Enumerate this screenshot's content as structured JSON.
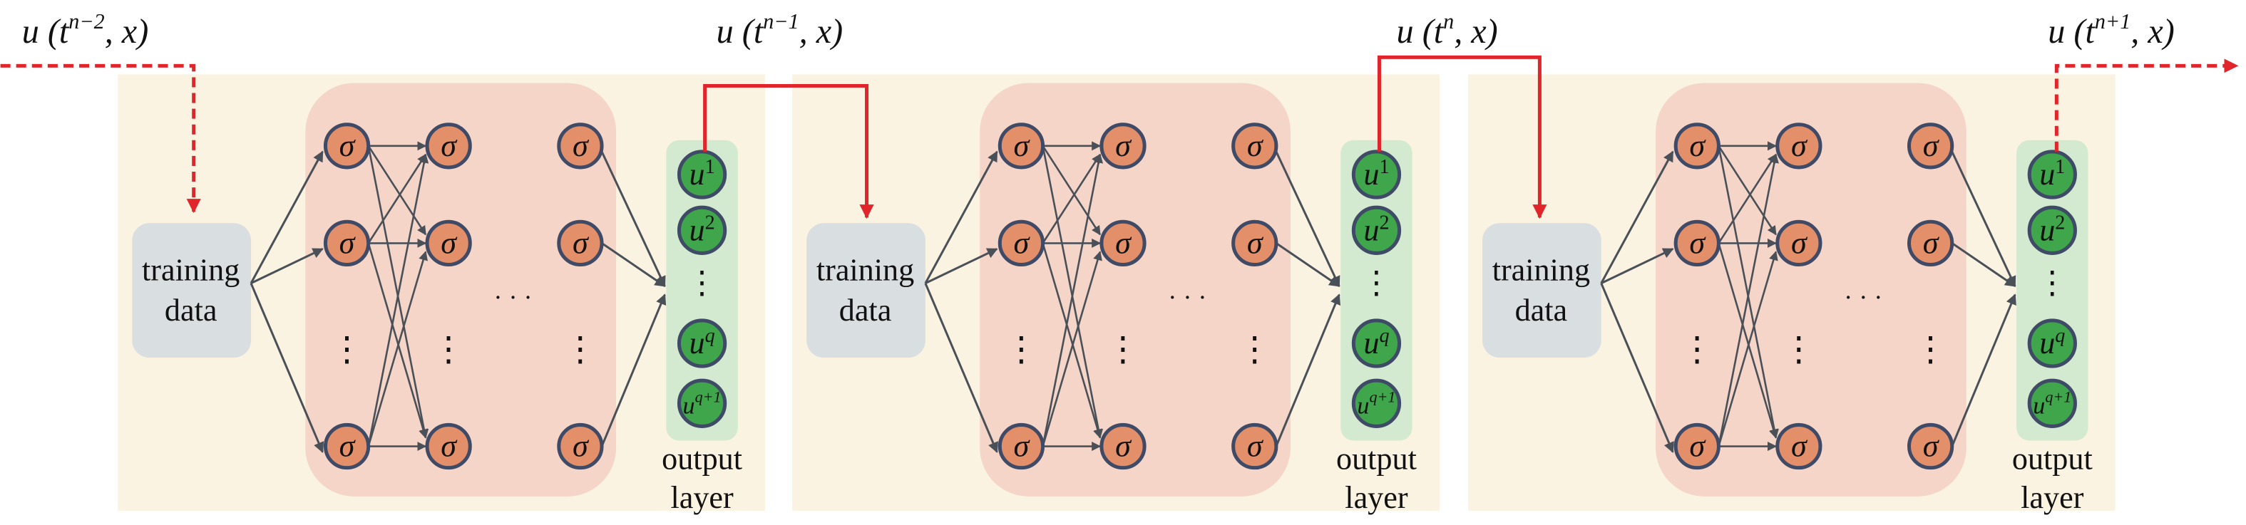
{
  "colors": {
    "panel_bg": "#fbf3e1",
    "hidden_bg": "#f5d5c8",
    "neuron_fill": "#e38f6a",
    "neuron_stroke": "#3f4a66",
    "output_fill": "#3fa64b",
    "output_bg": "#d4ead0",
    "training_bg": "#d9dee0",
    "edge": "#4a5058",
    "flow": "#e0262a"
  },
  "state_labels": [
    {
      "prefix": "u (t",
      "sup": "n−2",
      "suffix": ", x)"
    },
    {
      "prefix": "u (t",
      "sup": "n−1",
      "suffix": ", x)"
    },
    {
      "prefix": "u (t",
      "sup": "n",
      "suffix": ", x)"
    },
    {
      "prefix": "u (t",
      "sup": "n+1",
      "suffix": ", x)"
    }
  ],
  "panels": [
    {
      "training": [
        "training",
        "data"
      ],
      "output_label": [
        "output",
        "layer"
      ]
    },
    {
      "training": [
        "training",
        "data"
      ],
      "output_label": [
        "output",
        "layer"
      ]
    },
    {
      "training": [
        "training",
        "data"
      ],
      "output_label": [
        "output",
        "layer"
      ]
    }
  ],
  "neuron_symbol": "σ",
  "outputs": [
    {
      "base": "u",
      "sup": "1"
    },
    {
      "base": "u",
      "sup": "2"
    },
    {
      "base": "u",
      "sup": "q"
    },
    {
      "base": "u",
      "sup": "q+1"
    }
  ],
  "ellipsis_horizontal": "· · ·",
  "ellipsis_vertical": "⋮"
}
